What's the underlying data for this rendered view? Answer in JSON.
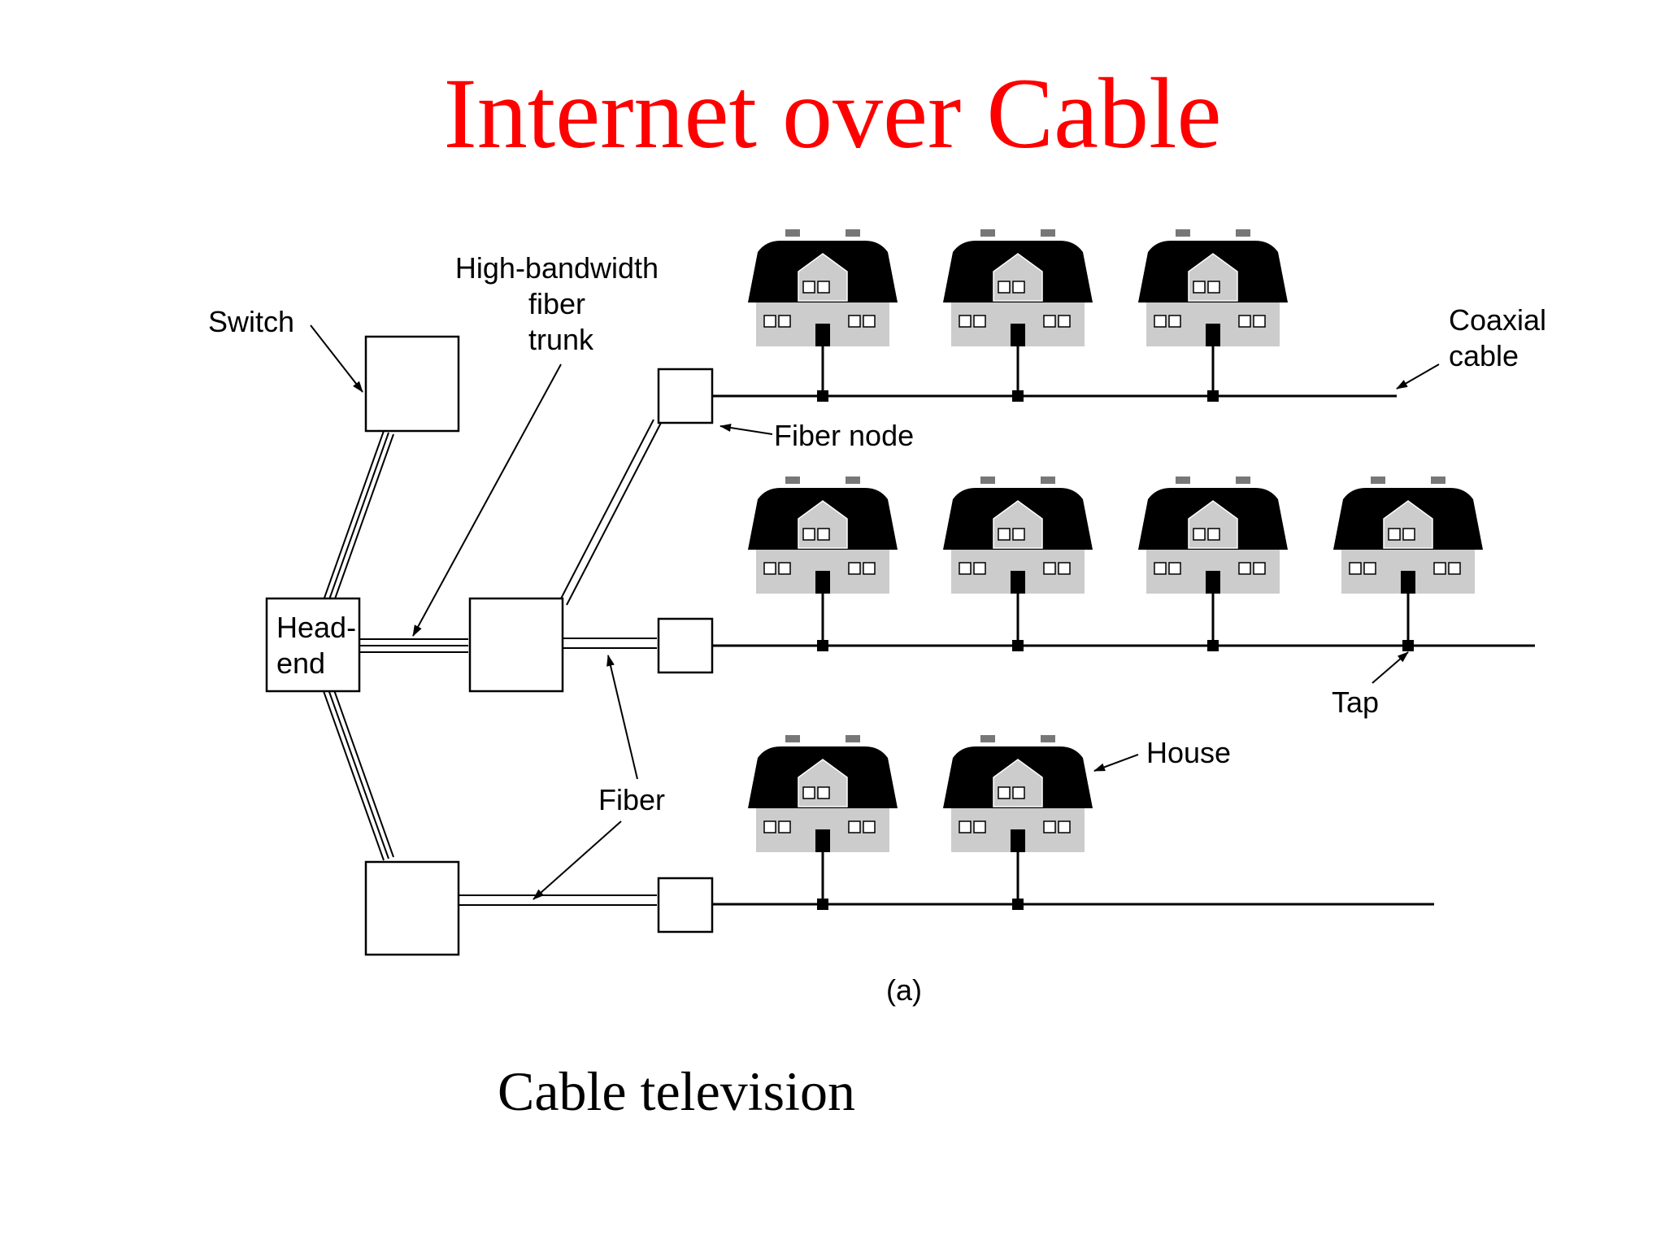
{
  "slide": {
    "title": "Internet over Cable",
    "caption": "Cable television"
  },
  "diagram": {
    "labels": {
      "switch": "Switch",
      "trunk": [
        "High-bandwidth",
        "fiber",
        "trunk"
      ],
      "headend": [
        "Head-",
        "end"
      ],
      "fiber_node": "Fiber node",
      "fiber": "Fiber",
      "coaxial_cable": [
        "Coaxial",
        "cable"
      ],
      "tap": "Tap",
      "house": "House",
      "figure_label": "(a)"
    },
    "houses_per_branch": [
      3,
      4,
      2
    ]
  },
  "colors": {
    "title": "#ff0000",
    "house_wall": "#cccccc",
    "house_roof": "#000000",
    "chimney": "#777777"
  }
}
